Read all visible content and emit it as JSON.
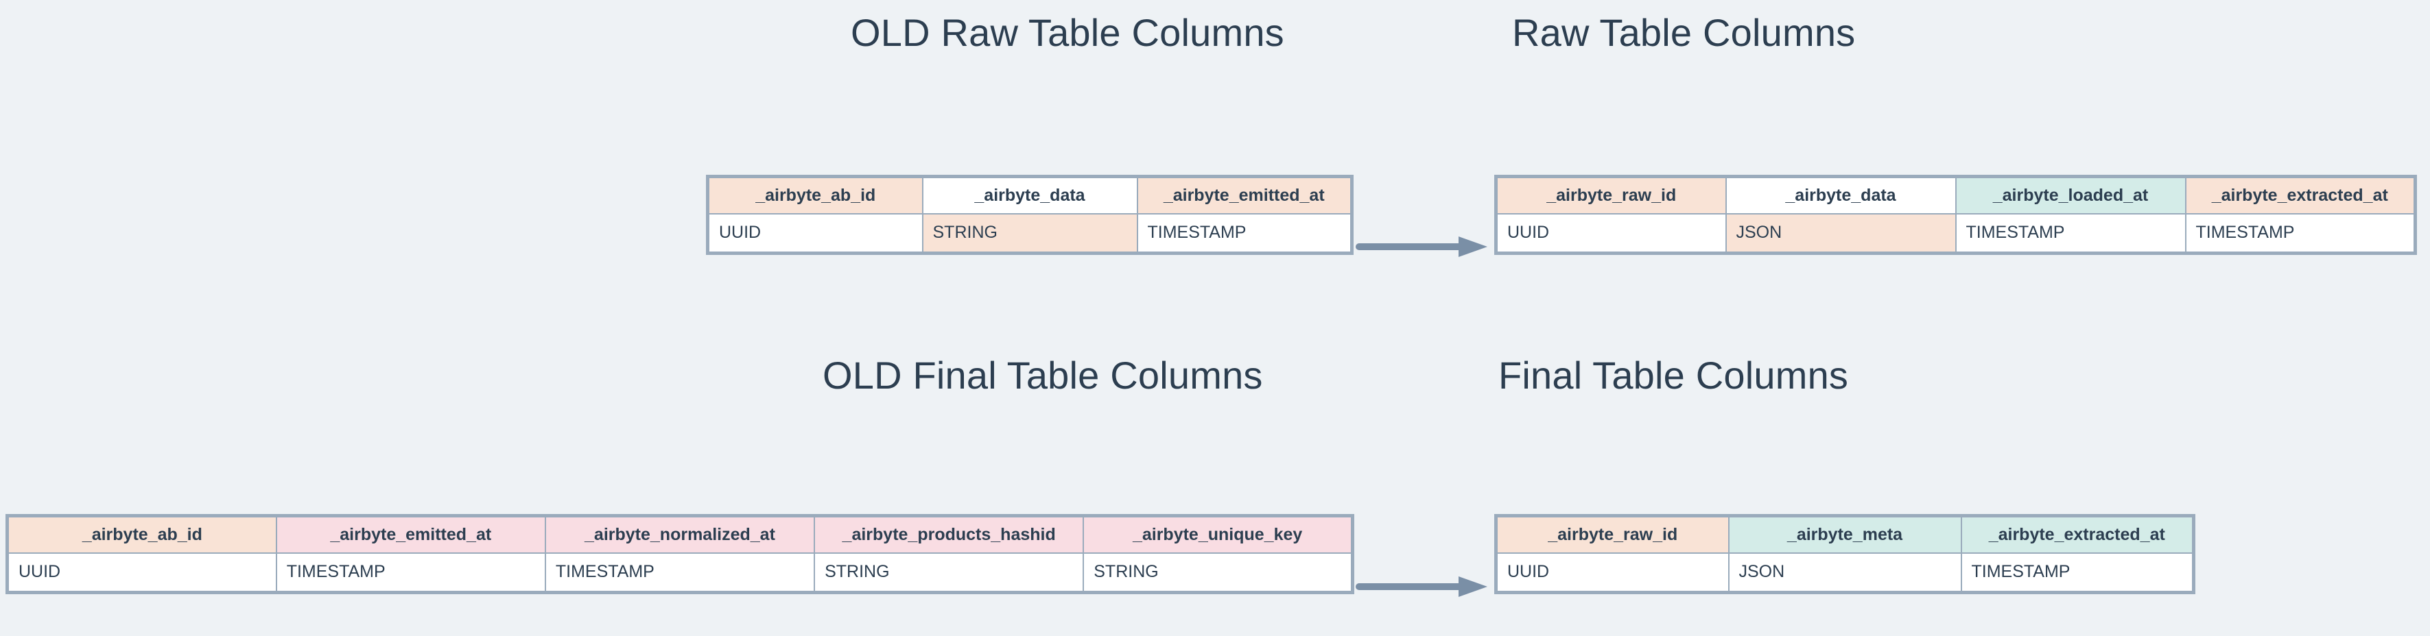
{
  "page": {
    "background_color": "#eef2f5",
    "text_color": "#2c3e50",
    "border_color": "#9aabbc",
    "arrow_color": "#7a8fa6",
    "legend_colors": {
      "peach": "#f9e3d6",
      "pink": "#f9dde3",
      "teal": "#d4ece8",
      "white": "#ffffff"
    }
  },
  "sections": {
    "old_raw": {
      "title": "OLD Raw Table Columns",
      "table": {
        "headers": [
          {
            "label": "_airbyte_ab_id",
            "fill": "peach"
          },
          {
            "label": "_airbyte_data",
            "fill": "white"
          },
          {
            "label": "_airbyte_emitted_at",
            "fill": "peach"
          }
        ],
        "types": [
          {
            "label": "UUID",
            "fill": "white"
          },
          {
            "label": "STRING",
            "fill": "peach"
          },
          {
            "label": "TIMESTAMP",
            "fill": "white"
          }
        ]
      }
    },
    "new_raw": {
      "title": "Raw Table Columns",
      "table": {
        "headers": [
          {
            "label": "_airbyte_raw_id",
            "fill": "peach"
          },
          {
            "label": "_airbyte_data",
            "fill": "white"
          },
          {
            "label": "_airbyte_loaded_at",
            "fill": "teal"
          },
          {
            "label": "_airbyte_extracted_at",
            "fill": "peach"
          }
        ],
        "types": [
          {
            "label": "UUID",
            "fill": "white"
          },
          {
            "label": "JSON",
            "fill": "peach"
          },
          {
            "label": "TIMESTAMP",
            "fill": "white"
          },
          {
            "label": "TIMESTAMP",
            "fill": "white"
          }
        ]
      }
    },
    "old_final": {
      "title": "OLD Final Table Columns",
      "table": {
        "headers": [
          {
            "label": "_airbyte_ab_id",
            "fill": "peach"
          },
          {
            "label": "_airbyte_emitted_at",
            "fill": "pink"
          },
          {
            "label": "_airbyte_normalized_at",
            "fill": "pink"
          },
          {
            "label": "_airbyte_products_hashid",
            "fill": "pink"
          },
          {
            "label": "_airbyte_unique_key",
            "fill": "pink"
          }
        ],
        "types": [
          {
            "label": "UUID",
            "fill": "white"
          },
          {
            "label": "TIMESTAMP",
            "fill": "white"
          },
          {
            "label": "TIMESTAMP",
            "fill": "white"
          },
          {
            "label": "STRING",
            "fill": "white"
          },
          {
            "label": "STRING",
            "fill": "white"
          }
        ]
      }
    },
    "new_final": {
      "title": "Final Table Columns",
      "table": {
        "headers": [
          {
            "label": "_airbyte_raw_id",
            "fill": "peach"
          },
          {
            "label": "_airbyte_meta",
            "fill": "teal"
          },
          {
            "label": "_airbyte_extracted_at",
            "fill": "teal"
          }
        ],
        "types": [
          {
            "label": "UUID",
            "fill": "white"
          },
          {
            "label": "JSON",
            "fill": "white"
          },
          {
            "label": "TIMESTAMP",
            "fill": "white"
          }
        ]
      }
    }
  },
  "arrows": [
    {
      "name": "raw-migration-arrow",
      "direction": "right"
    },
    {
      "name": "final-migration-arrow",
      "direction": "right"
    }
  ]
}
